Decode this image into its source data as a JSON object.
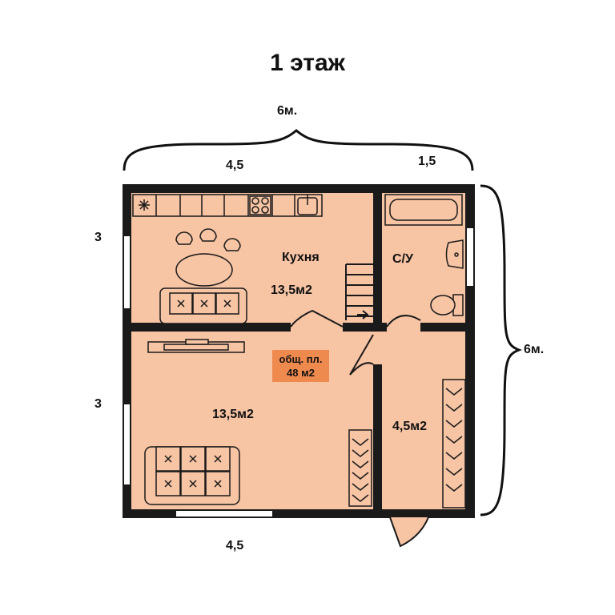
{
  "title": "1 этаж",
  "dimensions": {
    "overall_width": "6м.",
    "overall_height": "6м.",
    "left_section_top": "4,5",
    "right_section_top": "1,5",
    "bottom_width": "4,5",
    "upper_row_height": "3",
    "lower_row_height": "3"
  },
  "rooms": {
    "kitchen_name": "Кухня",
    "kitchen_area": "13,5м2",
    "bathroom_name": "С/У",
    "living_area": "13,5м2",
    "hall_area": "4,5м2"
  },
  "total_area": {
    "label": "общ. пл.",
    "value": "48 м2"
  },
  "colors": {
    "floor": "#f7c4a4",
    "wall": "#1a1a1a",
    "total_badge": "#ef8a4f"
  }
}
